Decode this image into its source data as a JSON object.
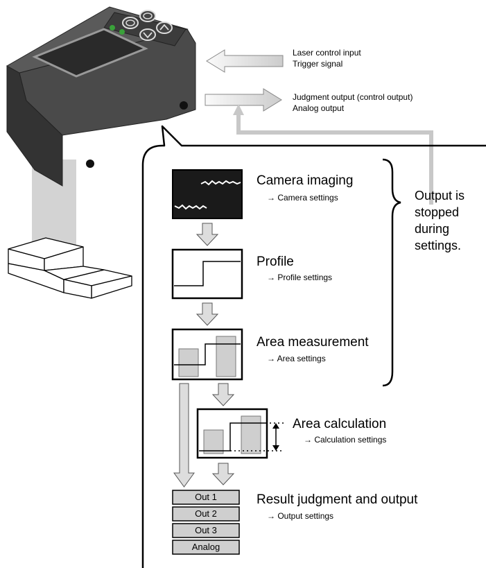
{
  "signals": {
    "input_line1": "Laser control input",
    "input_line2": "Trigger signal",
    "output_line1": "Judgment output (control output)",
    "output_line2": "Analog output"
  },
  "steps": [
    {
      "title": "Camera imaging",
      "setting": "→ Camera settings"
    },
    {
      "title": "Profile",
      "setting": "→ Profile settings"
    },
    {
      "title": "Area measurement",
      "setting": "→ Area settings"
    },
    {
      "title": "Area calculation",
      "setting": "→ Calculation settings"
    },
    {
      "title": "Result judgment and output",
      "setting": "→ Output settings"
    }
  ],
  "note": {
    "line1": "Output is",
    "line2": "stopped",
    "line3": "during",
    "line4": "settings."
  },
  "outputs": [
    "Out 1",
    "Out 2",
    "Out 3",
    "Analog"
  ],
  "colors": {
    "device_body": "#4a4a4a",
    "device_top": "#5a5a5a",
    "device_dark": "#333333",
    "screen": "#2a2a2a",
    "led": "#3aa13a",
    "arrow_fill": "#cccccc",
    "arrow_stroke": "#888888",
    "beam": "#d3d3d3",
    "box_fill": "#cfcfcf"
  }
}
